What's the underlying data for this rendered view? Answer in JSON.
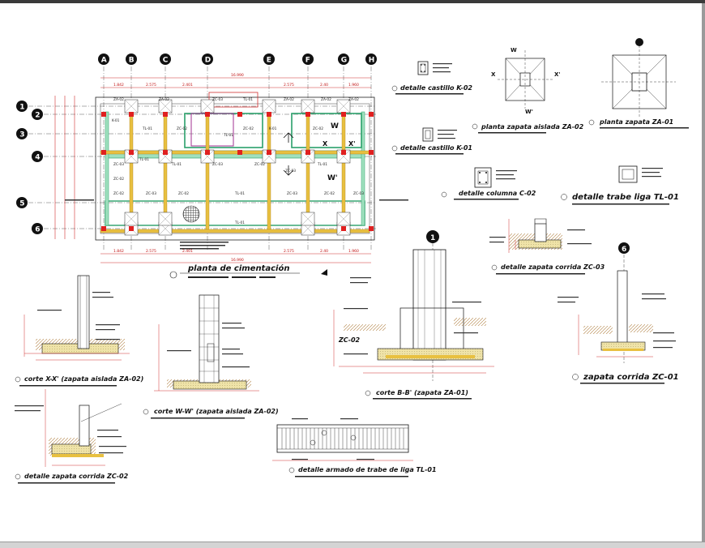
{
  "colors": {
    "column": "#e02020",
    "beam_yellow": "#e0b020",
    "beam_green": "#5fc08a",
    "tie_beam": "#2aa06a",
    "footing_fill": "#f0e6a0",
    "dimension": "#d03030",
    "axis_bubble": "#111111",
    "hatch": "#c8a068"
  },
  "plan": {
    "title": "planta de cimentación",
    "col_axes": [
      "A",
      "B",
      "C",
      "D",
      "E",
      "F",
      "G",
      "H"
    ],
    "row_axes": [
      "1",
      "2",
      "3",
      "4",
      "5",
      "6"
    ],
    "top_dims": [
      "1.842",
      "2.575",
      "2.401",
      "2.40",
      "2.575",
      "1.960"
    ],
    "top_total": "16.990",
    "bottom_dims": [
      "1.842",
      "2.575",
      "2.401",
      "2.40",
      "2.575",
      "1.960"
    ],
    "bottom_total": "16.990",
    "member_labels": [
      "ZA-02",
      "TL-01",
      "K-01",
      "ZC-03",
      "ZC-02"
    ]
  },
  "details": {
    "k02": "detalle castillo K-02",
    "k01": "detalle castillo K-01",
    "c02": "detalle columna C-02",
    "za02_plan": "planta zapata aislada ZA-02",
    "za01_plan": "planta zapata ZA-01",
    "tl01": "detalle trabe liga TL-01",
    "zc03": "detalle zapata corrida ZC-03",
    "section_xx": "corte X-X' (zapata aislada ZA-02)",
    "section_ww": "corte W-W' (zapata aislada ZA-02)",
    "section_bb": "corte B-B' (zapata ZA-01)",
    "zc01": "zapata corrida ZC-01",
    "zc02": "detalle zapata corrida ZC-02",
    "tl_armado": "detalle armado de trabe de liga TL-01",
    "zc02_label": "ZC-02",
    "bubble_1": "1",
    "bubble_6": "6"
  }
}
